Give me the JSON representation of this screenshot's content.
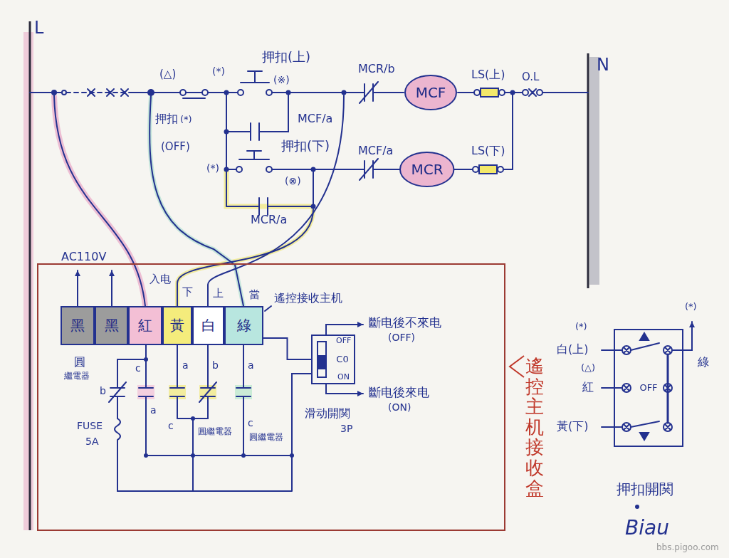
{
  "diagram": {
    "nodes": [
      {
        "text": [
          "MCF"
        ]
      },
      {
        "text": [
          "MCR"
        ]
      },
      {
        "text": [
          "遙控主机接收盒"
        ]
      },
      {
        "text": [
          "黑"
        ],
        "in": 2
      },
      {
        "text": [
          "黑"
        ],
        "in": 2
      },
      {
        "text": [
          "紅"
        ],
        "in": 2
      },
      {
        "text": [
          "黃"
        ],
        "in": 2
      },
      {
        "text": [
          "白"
        ],
        "in": 2
      },
      {
        "text": [
          "綠"
        ],
        "in": 2
      },
      {
        "text": [
          "C0"
        ],
        "in": 2
      },
      {
        "text": [
          "OFF"
        ]
      }
    ],
    "edges": [
      {
        "from": 8,
        "to": 9,
        "arrow": "none"
      }
    ],
    "labels": [
      "L",
      "N",
      "(△)",
      "(*)",
      "押扣(上)",
      "(※)",
      "MCR/b",
      "LS(上)",
      "O.L",
      "押扣",
      "(*)",
      "(OFF)",
      "MCF/a",
      "(*)",
      "押扣(下)",
      "(⊗)",
      "MCF/a",
      "LS(下)",
      "MCR/a",
      "AC110V",
      "入电",
      "下",
      "上",
      "當",
      "遙控接收主机",
      "斷电後不來电",
      "(OFF)",
      "圓",
      "繼電器",
      "c",
      "b",
      "a",
      "a",
      "b",
      "a",
      "FUSE",
      "5A",
      "c",
      "圓繼電器",
      "c",
      "圓繼電器",
      "OFF",
      "ON",
      "滑动開関",
      "3P",
      "斷电後來电",
      "(ON)",
      "(*)",
      "白(上)",
      "(△)",
      "紅",
      "黃(下)",
      "(*)",
      "綠",
      "押扣開関",
      "Biau",
      "bbs.pigoo.com"
    ]
  }
}
